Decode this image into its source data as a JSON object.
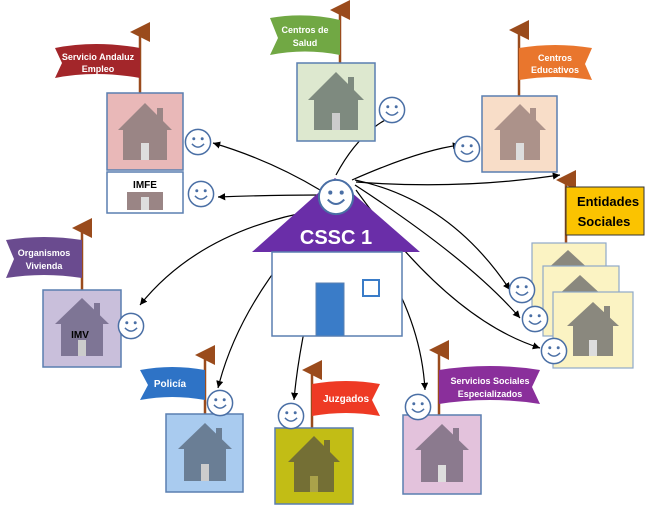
{
  "center": {
    "label": "CSSC 1"
  },
  "nodes": [
    {
      "id": "servicio-andaluz-empleo",
      "flag_lines": [
        "Servicio Andaluz",
        "Empleo"
      ],
      "box_label": "",
      "colors": {
        "box": "#e9b8b8",
        "flag": "#a3262a",
        "house": "#9a8585"
      }
    },
    {
      "id": "imfe",
      "flag_lines": [],
      "box_label": "IMFE",
      "colors": {
        "box": "#ffffff",
        "flag": "",
        "house": "#9a8585"
      }
    },
    {
      "id": "centros-salud",
      "flag_lines": [
        "Centros de",
        "Salud"
      ],
      "box_label": "",
      "colors": {
        "box": "#dde8cf",
        "flag": "#71a844",
        "house": "#7e8a7f"
      }
    },
    {
      "id": "centros-educativos",
      "flag_lines": [
        "Centros",
        "Educativos"
      ],
      "box_label": "",
      "colors": {
        "box": "#f8ddc8",
        "flag": "#e9762d",
        "house": "#ac928a"
      }
    },
    {
      "id": "organismos-vivienda",
      "flag_lines": [
        "Organismos",
        "Vivienda"
      ],
      "box_label": "IMV",
      "colors": {
        "box": "#c9bfdb",
        "flag": "#6a4b8f",
        "house": "#7e7595"
      }
    },
    {
      "id": "entidades-sociales",
      "flag_lines": [
        "Entidades",
        "Sociales"
      ],
      "box_label": "",
      "colors": {
        "box": "#fbf3c3",
        "flag": "#fbc300",
        "house": "#8a887e"
      }
    },
    {
      "id": "policia",
      "flag_lines": [
        "Policía"
      ],
      "box_label": "",
      "colors": {
        "box": "#a9cbef",
        "flag": "#2e73c6",
        "house": "#6a7e95"
      }
    },
    {
      "id": "juzgados",
      "flag_lines": [
        "Juzgados"
      ],
      "box_label": "",
      "colors": {
        "box": "#c2bd15",
        "flag": "#ee3a24",
        "house": "#746f35"
      }
    },
    {
      "id": "servicios-sociales-especializados",
      "flag_lines": [
        "Servicios Sociales",
        "Especializados"
      ],
      "box_label": "",
      "colors": {
        "box": "#e3c2dc",
        "flag": "#8a2f9b",
        "house": "#8b7a8e"
      }
    }
  ],
  "colors": {
    "roof": "#6a2ea8",
    "line": "#000000",
    "door": "#3a7cc8",
    "pole": "#9a4b1c"
  }
}
